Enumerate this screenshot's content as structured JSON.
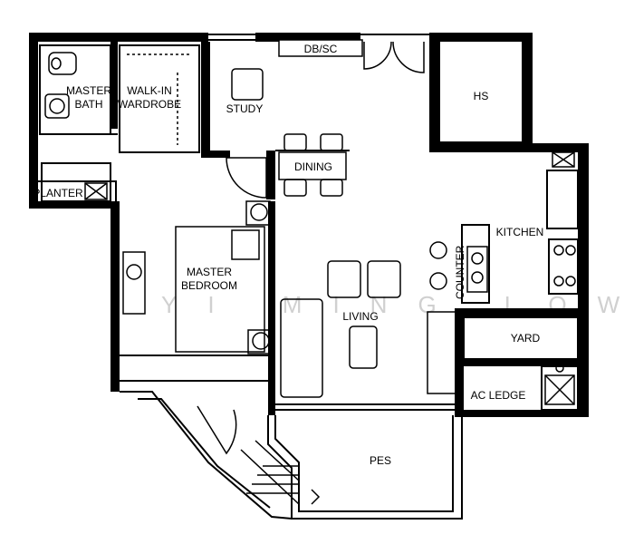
{
  "rooms": {
    "master_bath": [
      "MASTER",
      "BATH"
    ],
    "walk_in_wardrobe": [
      "WALK-IN",
      "WARDROBE"
    ],
    "study": "STUDY",
    "db_sc": "DB/SC",
    "hs": "HS",
    "dining": "DINING",
    "planter": "PLANTER",
    "kitchen": "KITCHEN",
    "master_bedroom": [
      "MASTER",
      "BEDROOM"
    ],
    "counter": "COUNTER",
    "living": "LIVING",
    "yard": "YARD",
    "ac_ledge": "AC LEDGE",
    "pes": "PES"
  },
  "watermark": "YI MING LOW"
}
